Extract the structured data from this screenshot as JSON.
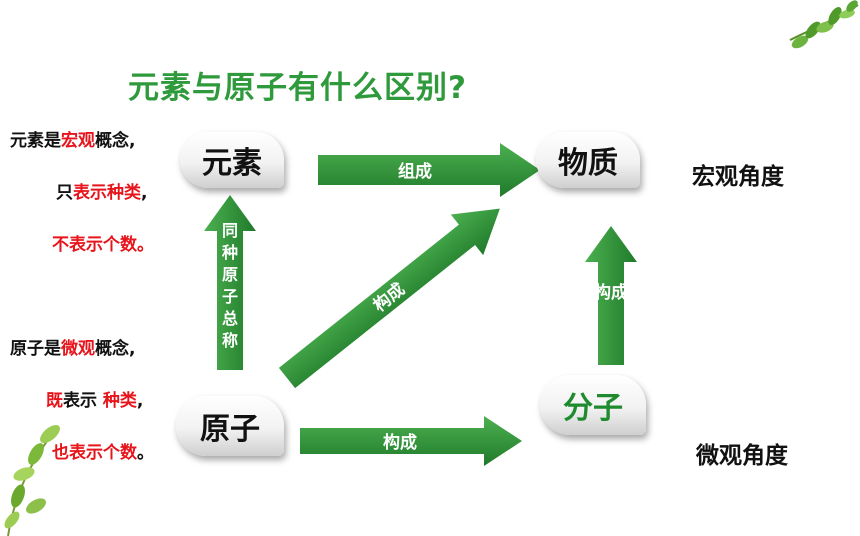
{
  "title": "元素与原子有什么区别?",
  "nodes": {
    "yuansu": "元素",
    "wuzhi": "物质",
    "yuanzi": "原子",
    "fenzi": "分子"
  },
  "arrows": {
    "yuansu_to_wuzhi": "组成",
    "yuanzi_to_wuzhi": "构成",
    "yuanzi_to_fenzi": "构成",
    "fenzi_to_wuzhi": "构成",
    "yuanzi_to_yuansu": "同种原子总称"
  },
  "yuansu_note": {
    "line1_a": "元素是",
    "line1_b": "宏观",
    "line1_c": "概念,",
    "line2_a": "只",
    "line2_b": "表示种类",
    "line2_c": ",",
    "line3": "不表示个数。"
  },
  "yuanzi_note": {
    "line1_a": "原子是",
    "line1_b": "微观",
    "line1_c": "概念,",
    "line2_a": "既",
    "line2_b": "表示 ",
    "line2_c": "种类",
    "line2_d": ",",
    "line3_a": "也表示个数",
    "line3_b": "。"
  },
  "scales": {
    "macro": "宏观角度",
    "micro": "微观角度"
  },
  "colors": {
    "title": "#2e9a3c",
    "arrow_dark": "#1f7a2a",
    "arrow_light": "#4cb050",
    "highlight": "#e8141b"
  }
}
